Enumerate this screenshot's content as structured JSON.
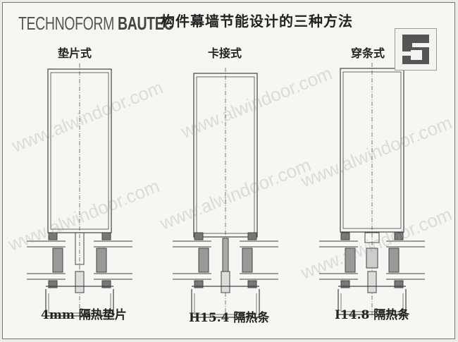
{
  "brand": {
    "name_light": "TECHNOFORM ",
    "name_bold": "BAUTEC"
  },
  "title": "构件幕墙节能设计的三种方法",
  "methods": [
    {
      "label": "垫片式",
      "caption": "4mm 隔热垫片"
    },
    {
      "label": "卡接式",
      "caption": "H15.4 隔热条"
    },
    {
      "label": "穿条式",
      "caption": "I14.8 隔热条"
    }
  ],
  "watermark": "www.alwindoor.com",
  "colors": {
    "line": "#444444",
    "paper": "#f6f6f3"
  }
}
